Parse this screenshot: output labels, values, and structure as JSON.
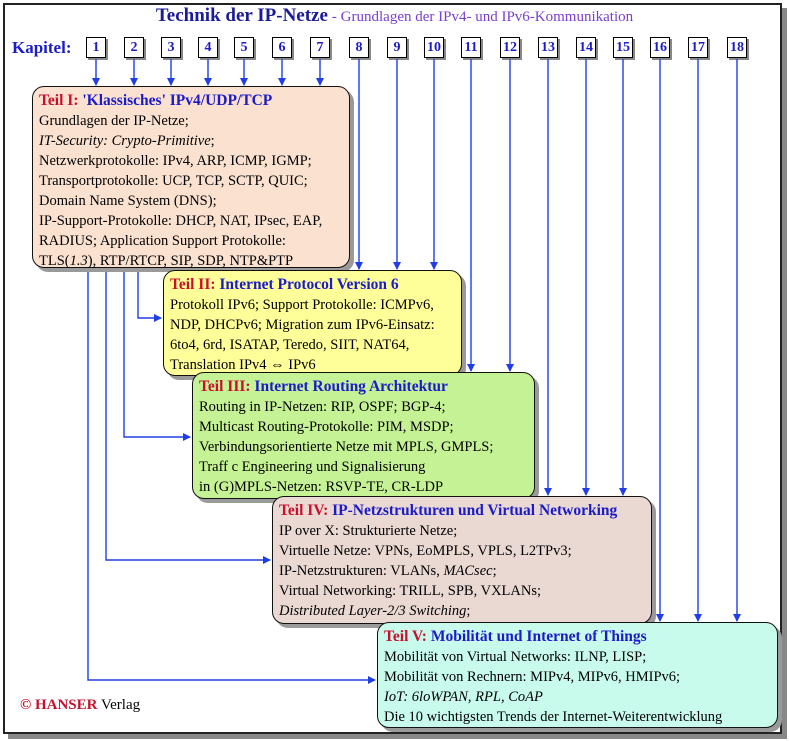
{
  "title": "Technik der IP-Netze",
  "subtitle": "- Grundlagen der IPv4- und IPv6-Kommunikation",
  "kapitel_label": "Kapitel:",
  "chapters": [
    "1",
    "2",
    "3",
    "4",
    "5",
    "6",
    "7",
    "8",
    "9",
    "10",
    "11",
    "12",
    "13",
    "14",
    "15",
    "16",
    "17",
    "18"
  ],
  "teil1": {
    "teil": "Teil I:",
    "name": "'Klassisches' IPv4/UDP/TCP",
    "l1": "Grundlagen der IP-Netze;",
    "l2": "IT-Security: Crypto-Primitive",
    "l2b": ";",
    "l3": "Netzwerkprotokolle: IPv4, ARP, ICMP, IGMP;",
    "l4": "Transportprotokolle: UCP, TCP, SCTP, QUIC;",
    "l5": "Domain Name System (DNS);",
    "l6": "IP-Support-Protokolle: DHCP, NAT, IPsec, EAP,",
    "l7": "RADIUS; Application Support Protokolle:",
    "l8a": "TLS(",
    "l8b": "1.3",
    "l8c": "), RTP/RTCP, SIP, SDP, NTP&PTP"
  },
  "teil2": {
    "teil": "Teil II:",
    "name": "Internet Protocol Version 6",
    "l1": "Protokoll IPv6; Support Protokolle: ICMPv6,",
    "l2": "NDP, DHCPv6; Migration zum IPv6-Einsatz:",
    "l3": "6to4, 6rd, ISATAP, Teredo, SIIT, NAT64,",
    "l4": " Translation IPv4 ⇔  IPv6"
  },
  "teil3": {
    "teil": "Teil III:",
    "name": "Internet Routing Architektur",
    "l1": "Routing in IP-Netzen: RIP, OSPF; BGP-4;",
    "l2": "Multicast Routing-Protokolle: PIM, MSDP;",
    "l3": "Verbindungsorientierte Netze mit MPLS, GMPLS;",
    "l4": "Traff c Engineering und Signalisierung",
    "l5": "  in (G)MPLS-Netzen: RSVP-TE, CR-LDP"
  },
  "teil4": {
    "teil": "Teil IV:",
    "name": "IP-Netzstrukturen und Virtual  Networking",
    "l1": "IP over X: Strukturierte Netze;",
    "l2": "Virtuelle Netze: VPNs, EoMPLS, VPLS, L2TPv3;",
    "l3a": "IP-Netzstrukturen:  VLANs, ",
    "l3b": "MACsec",
    "l3c": ";",
    "l4": "Virtual Networking:  TRILL, SPB, VXLANs;",
    "l5a": "Distributed Layer-2/3 Switching",
    "l5b": ";"
  },
  "teil5": {
    "teil": "Teil V:",
    "name": "Mobilität und Internet of Things",
    "l1": "Mobilität von Virtual Networks: ILNP, LISP;",
    "l2": "Mobilität von Rechnern: MIPv4, MIPv6, HMIPv6;",
    "l3": "IoT: 6loWPAN, RPL, CoAP",
    "l4": "Die 10 wichtigsten Trends der Internet-Weiterentwicklung"
  },
  "copyright": {
    "symbol_brand": "© HANSER",
    "rest": " Verlag"
  },
  "colors": {
    "arrow": "#1f3ee8",
    "teil_label": "#c8102e",
    "teil_name": "#1b1bc8",
    "box1": "#fbe1cf",
    "box2": "#ffff9a",
    "box3": "#c6f296",
    "box4": "#ead8d2",
    "box5": "#c8fbec"
  }
}
